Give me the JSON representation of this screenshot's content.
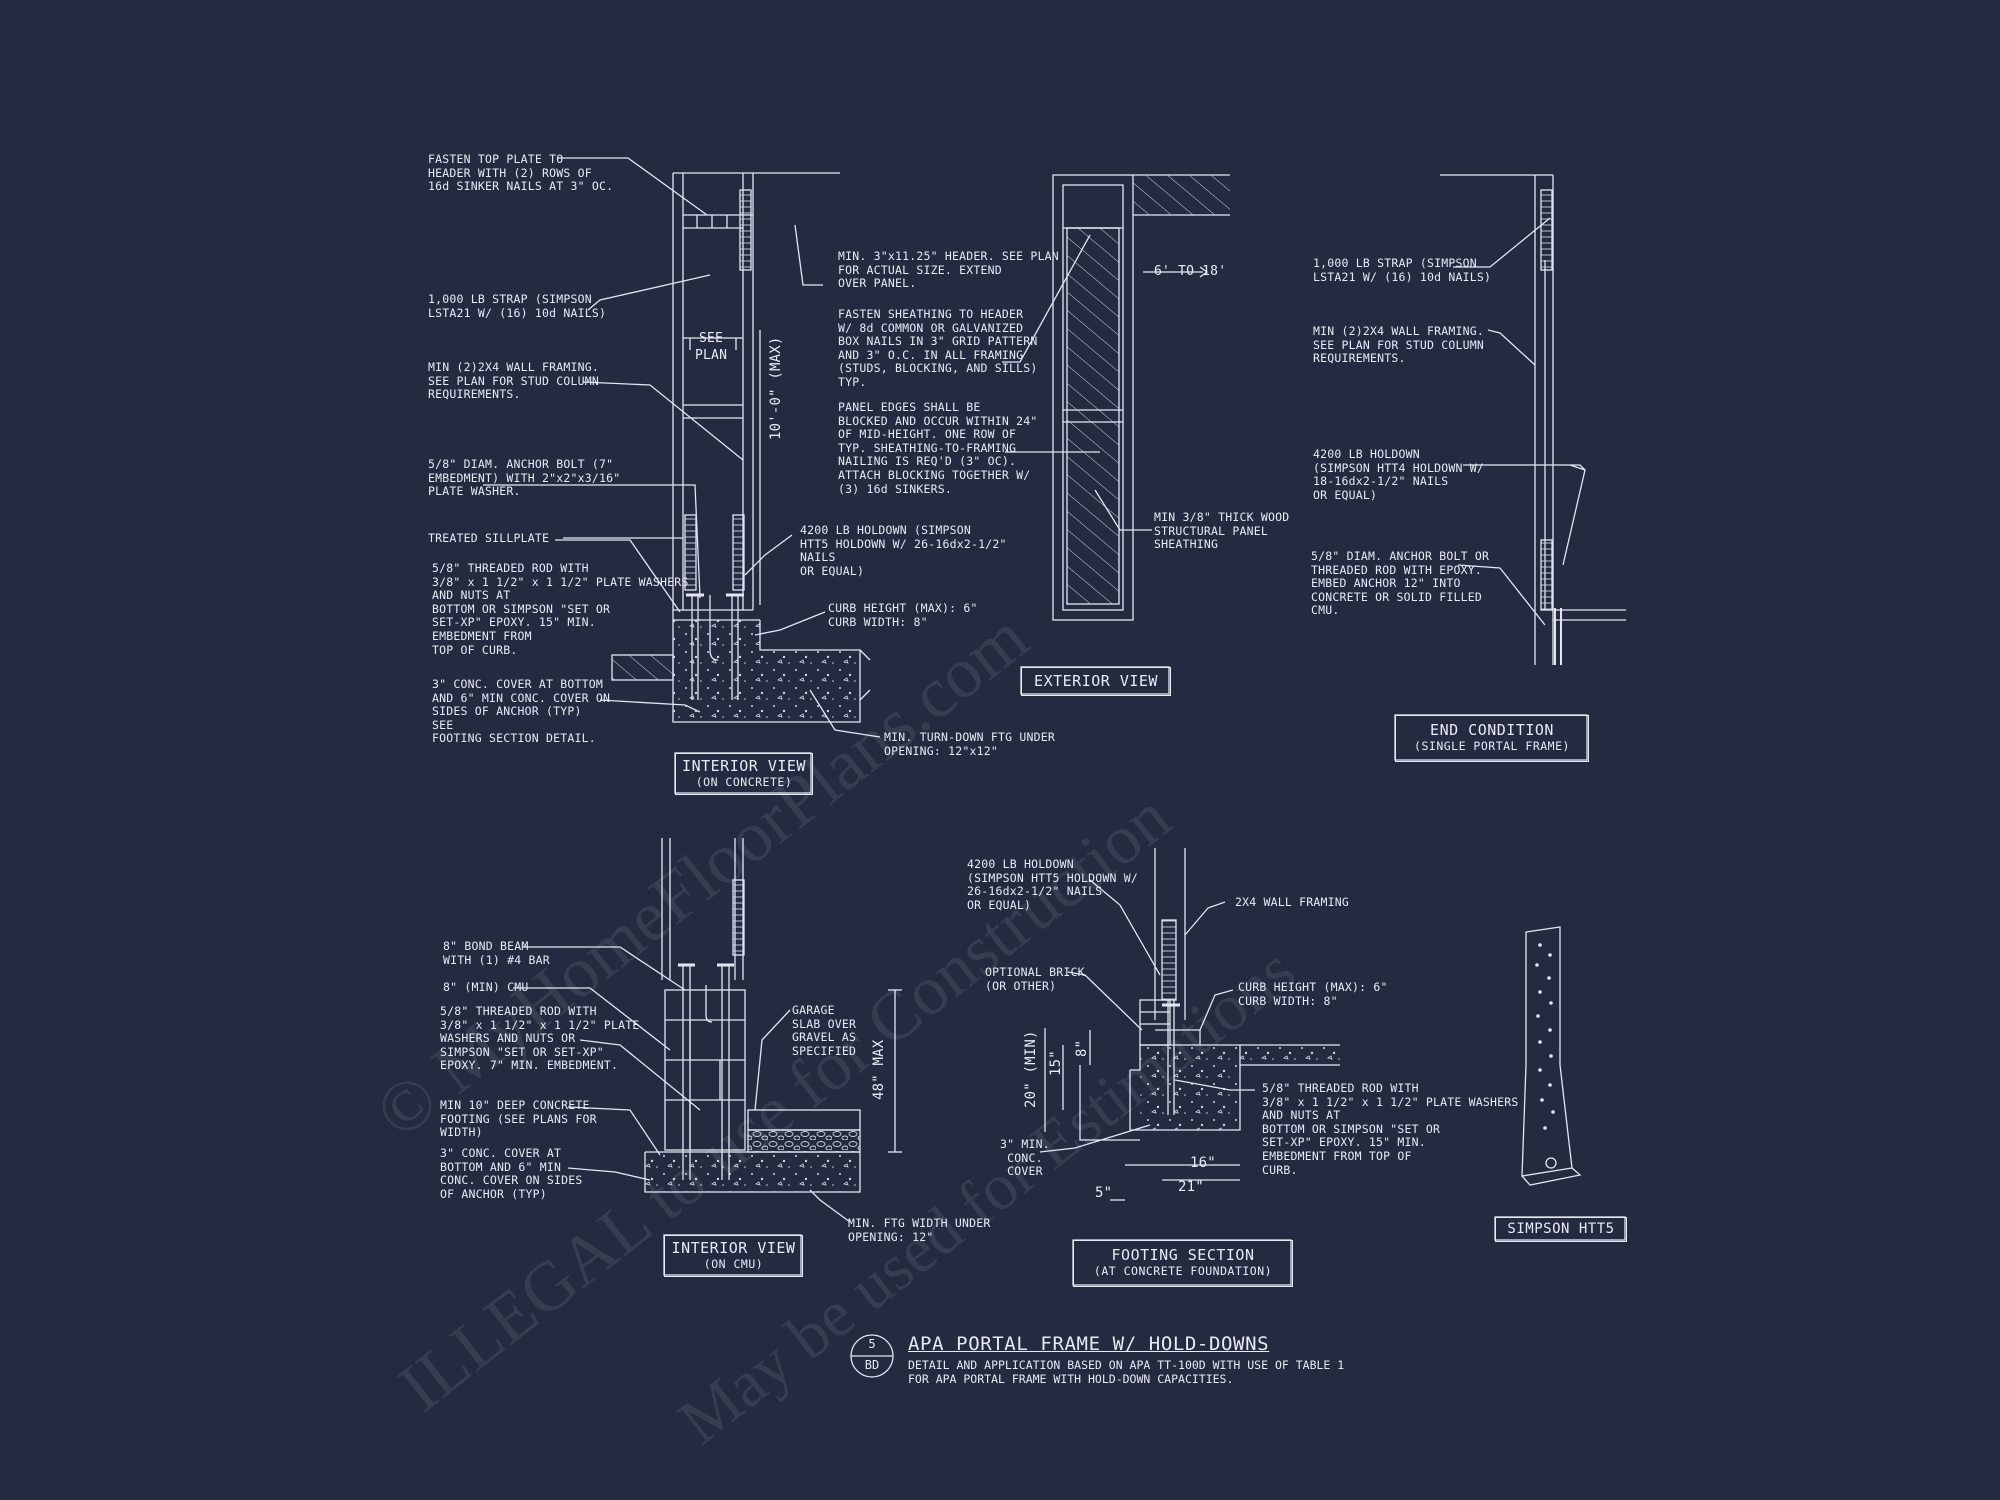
{
  "watermark": {
    "line1": "© MyHomeFloorPlans.com",
    "line2": "ILLEGAL to use for Construction",
    "line3": "May be used for Estimations"
  },
  "detail": {
    "number": "5",
    "sheet": "BD",
    "title": "APA PORTAL FRAME W/ HOLD-DOWNS",
    "note": "DETAIL AND APPLICATION BASED ON APA TT-100D WITH USE OF TABLE 1\nFOR APA PORTAL FRAME WITH HOLD-DOWN CAPACITIES."
  },
  "views": {
    "interior_concrete": {
      "title": "INTERIOR VIEW",
      "subtitle": "(ON CONCRETE)"
    },
    "exterior": {
      "title": "EXTERIOR VIEW"
    },
    "end_condition": {
      "title": "END CONDITION",
      "subtitle": "(SINGLE PORTAL FRAME)"
    },
    "interior_cmu": {
      "title": "INTERIOR VIEW",
      "subtitle": "(ON CMU)"
    },
    "footing_section": {
      "title": "FOOTING SECTION",
      "subtitle": "(AT CONCRETE FOUNDATION)"
    },
    "simpson": {
      "title": "SIMPSON HTT5"
    }
  },
  "notes": {
    "top_plate": "FASTEN TOP PLATE TO\nHEADER WITH (2) ROWS OF\n16d SINKER NAILS AT 3\" OC.",
    "strap": "1,000 LB STRAP (SIMPSON\nLSTA21 W/ (16) 10d NAILS)",
    "wall_framing": "MIN (2)2X4 WALL FRAMING.\nSEE PLAN FOR STUD COLUMN\nREQUIREMENTS.",
    "anchor_bolt": "5/8\" DIAM. ANCHOR BOLT (7\"\nEMBEDMENT) WITH 2\"x2\"x3/16\"\nPLATE WASHER.",
    "sillplate": "TREATED SILLPLATE",
    "threaded_rod": "5/8\" THREADED ROD WITH\n3/8\" x 1 1/2\" x 1 1/2\" PLATE WASHERS\nAND NUTS AT\nBOTTOM OR SIMPSON \"SET OR\nSET-XP\" EPOXY. 15\" MIN.\nEMBEDMENT FROM\nTOP OF CURB.",
    "conc_cover": "3\" CONC. COVER AT BOTTOM\nAND 6\" MIN CONC. COVER ON\nSIDES OF ANCHOR (TYP)\nSEE\nFOOTING SECTION DETAIL.",
    "header": "MIN. 3\"x11.25\" HEADER. SEE PLAN\nFOR ACTUAL SIZE. EXTEND\nOVER PANEL.",
    "sheathing": "FASTEN SHEATHING TO HEADER\nW/ 8d COMMON OR GALVANIZED\nBOX NAILS IN 3\" GRID PATTERN\nAND 3\" O.C. IN ALL FRAMING\n(STUDS, BLOCKING, AND SILLS)\nTYP.",
    "panel_edges": "PANEL EDGES SHALL BE\nBLOCKED AND OCCUR WITHIN 24\"\nOF MID-HEIGHT. ONE ROW OF\nTYP. SHEATHING-TO-FRAMING\nNAILING IS REQ'D (3\" OC).\nATTACH BLOCKING TOGETHER W/\n(3) 16d SINKERS.",
    "holdown_int": "4200 LB HOLDOWN (SIMPSON\nHTT5 HOLDOWN W/ 26-16dx2-1/2\"\nNAILS\nOR EQUAL)",
    "curb": "CURB HEIGHT (MAX): 6\"\nCURB WIDTH: 8\"",
    "turn_down": "MIN. TURN-DOWN FTG UNDER\nOPENING: 12\"x12\"",
    "see_plan": "SEE\nPLAN",
    "height": "10'-0\" (MAX)",
    "span": "6' TO 18'",
    "panel_sheathing": "MIN 3/8\" THICK WOOD\nSTRUCTURAL PANEL\nSHEATHING",
    "end_strap": "1,000 LB STRAP (SIMPSON\nLSTA21 W/ (16) 10d NAILS)",
    "end_framing": "MIN (2)2X4 WALL FRAMING.\nSEE PLAN FOR STUD COLUMN\nREQUIREMENTS.",
    "end_holdown": "4200 LB HOLDOWN\n(SIMPSON HTT4 HOLDOWN W/\n18-16dx2-1/2\" NAILS\nOR EQUAL)",
    "end_anchor": "5/8\" DIAM. ANCHOR BOLT OR\nTHREADED ROD WITH EPOXY.\nEMBED ANCHOR 12\" INTO\nCONCRETE OR SOLID FILLED\nCMU.",
    "bond_beam": "8\" BOND BEAM\nWITH (1) #4 BAR",
    "cmu": "8\" (MIN) CMU",
    "cmu_rod": "5/8\" THREADED ROD WITH\n3/8\" x 1 1/2\" x 1 1/2\" PLATE\nWASHERS AND NUTS OR\nSIMPSON \"SET OR SET-XP\"\nEPOXY. 7\" MIN. EMBEDMENT.",
    "cmu_footing": "MIN 10\" DEEP CONCRETE\nFOOTING (SEE PLANS FOR\nWIDTH)",
    "cmu_cover": "3\" CONC. COVER AT\nBOTTOM AND 6\" MIN\nCONC. COVER ON SIDES\nOF ANCHOR (TYP)",
    "garage": "GARAGE\nSLAB OVER\nGRAVEL AS\nSPECIFIED",
    "cmu_height": "48\" MAX",
    "cmu_ftg": "MIN. FTG WIDTH UNDER\nOPENING: 12\"",
    "fs_holdown": "4200 LB HOLDOWN\n(SIMPSON HTT5 HOLDOWN W/\n26-16dx2-1/2\" NAILS\nOR EQUAL)",
    "fs_framing": "2X4 WALL FRAMING",
    "fs_brick": "OPTIONAL BRICK\n(OR OTHER)",
    "fs_curb": "CURB HEIGHT (MAX): 6\"\nCURB WIDTH: 8\"",
    "fs_rod": "5/8\" THREADED ROD WITH\n3/8\" x 1 1/2\" x 1 1/2\" PLATE WASHERS\nAND NUTS AT\nBOTTOM OR SIMPSON \"SET OR\nSET-XP\" EPOXY. 15\" MIN.\nEMBEDMENT FROM TOP OF\nCURB.",
    "fs_cover": "3\" MIN.\nCONC.\nCOVER",
    "dim_20": "20\" (MIN)",
    "dim_15": "15\"",
    "dim_8": "8\"",
    "dim_16": "16\"",
    "dim_21": "21\"",
    "dim_5": "5\""
  }
}
